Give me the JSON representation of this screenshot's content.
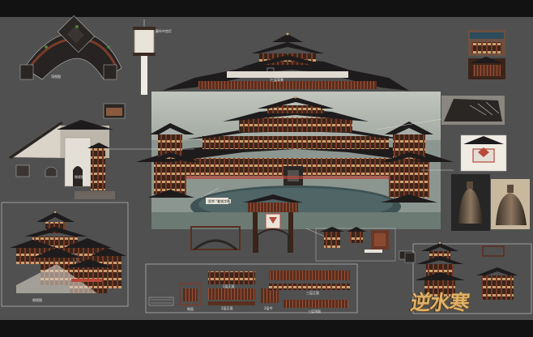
{
  "labels": {
    "top_view": "顶视图",
    "hanging_lamp": "廊外中宫灯",
    "third_floor_back": "三层背景",
    "side_view": "侧视图",
    "sign_title": "男爷 \"着钱字殊",
    "first_floor_facade": "1层正面",
    "second_floor_facade": "2层正面",
    "third_floor_facade": "三层正面",
    "second_middle": "2层中",
    "third_floor_top": "三层顶面",
    "gate_front": "侧面"
  },
  "brand": {
    "text": "逆水寒"
  },
  "colors": {
    "background": "#505050",
    "letterbox": "#121212",
    "roof": "#1e1b1d",
    "wood": "#5a2f1f",
    "trim": "#b8483a",
    "wall": "#d9d3c8",
    "water": "#3f5253",
    "bronze": "#6e5a45",
    "brand_gold": "#e0b26a"
  },
  "icons": [
    "bronze-bell-icon",
    "lantern-icon",
    "roof-ornament-icon"
  ]
}
